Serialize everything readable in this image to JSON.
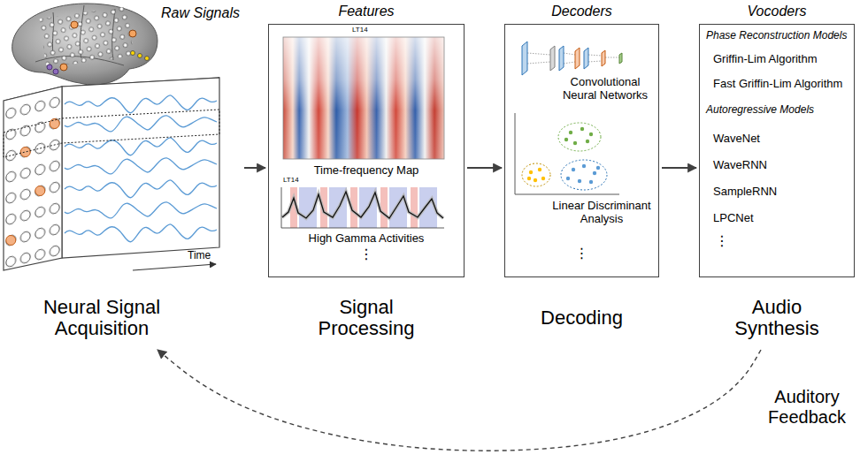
{
  "diagram": {
    "nodes": [
      {
        "text": [
          "Raw Signals",
          "Time",
          "Neural Signal Acquisition"
        ]
      },
      {
        "text": [
          "Features",
          "Time-frequency Map",
          "High Gamma Activities",
          "⋮",
          "Signal Processing"
        ]
      },
      {
        "text": [
          "Decoders",
          "Convolutional Neural Networks",
          "Linear Discriminant Analysis",
          "⋮",
          "Decoding"
        ]
      },
      {
        "text": [
          "Vocoders",
          "Phase Reconstruction Models",
          "Griffin-Lim Algorithm",
          "Fast Griffin-Lim Algorithm",
          "Autoregressive Models",
          "WaveNet",
          "WaveRNN",
          "SampleRNN",
          "LPCNet",
          "⋮",
          "Audio Synthesis"
        ]
      }
    ],
    "edges": [
      {
        "from": 0,
        "to": 1,
        "arrow": "to"
      },
      {
        "from": 1,
        "to": 2,
        "arrow": "to"
      },
      {
        "from": 2,
        "to": 3,
        "arrow": "to"
      },
      {
        "from": 3,
        "to": 0,
        "label": "Auditory Feedback",
        "arrow": "to"
      }
    ],
    "labels": [
      "LT14",
      "LT14"
    ]
  }
}
